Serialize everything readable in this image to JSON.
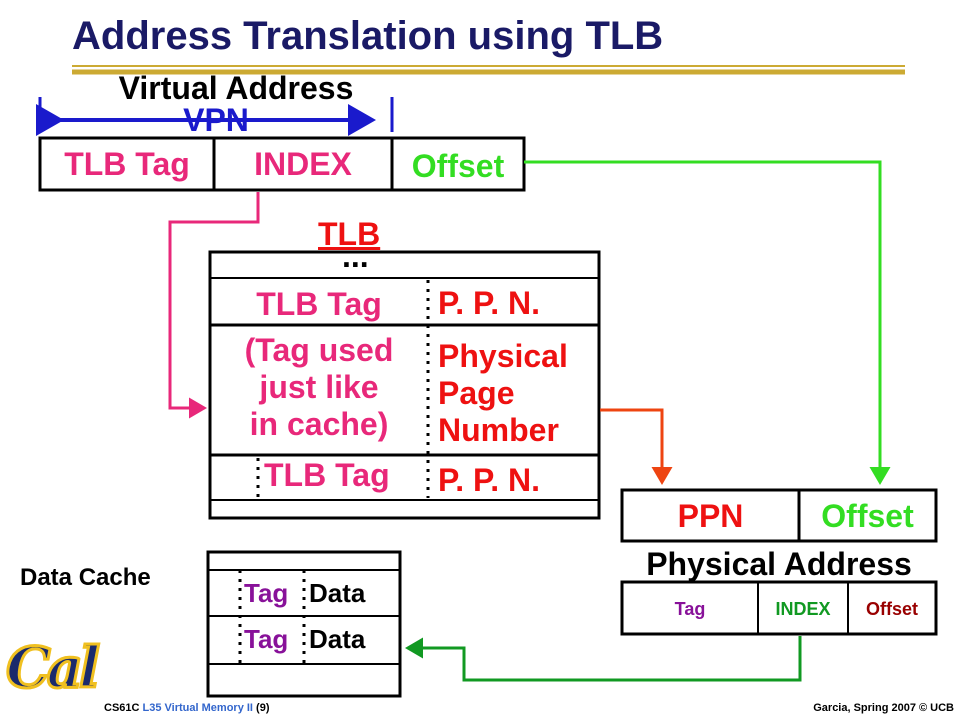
{
  "title": "Address Translation using TLB",
  "virtual_address": {
    "label": "Virtual Address",
    "vpn_label": "VPN",
    "fields": {
      "tag": "TLB Tag",
      "index": "INDEX",
      "offset": "Offset"
    }
  },
  "tlb": {
    "label": "TLB",
    "ellipsis": "...",
    "row1": {
      "tag": "TLB Tag",
      "ppn": "P. P. N."
    },
    "middle_left": [
      "(Tag used",
      "just like",
      "in cache)"
    ],
    "middle_right": [
      "Physical",
      "Page",
      "Number"
    ],
    "row3": {
      "tag": "TLB Tag",
      "ppn": "P. P. N."
    }
  },
  "physical_address": {
    "label": "Physical Address",
    "ppn": "PPN",
    "offset": "Offset",
    "cache_fields": {
      "tag": "Tag",
      "index": "INDEX",
      "offset": "Offset"
    }
  },
  "data_cache": {
    "label": "Data Cache",
    "rows": [
      {
        "tag": "Tag",
        "data": "Data"
      },
      {
        "tag": "Tag",
        "data": "Data"
      }
    ]
  },
  "logo_text": "Cal",
  "footer": {
    "course": "CS61C",
    "lecture": "L35 Virtual Memory II",
    "page": "(9)",
    "credit": "Garcia, Spring 2007 © UCB"
  },
  "colors": {
    "title": "#1a1a66",
    "accent_pink": "#e8287a",
    "vpn_blue": "#1a1acc",
    "green_arrow": "#33dd22",
    "orange_arrow": "#ee4411",
    "dark_green_arrow": "#119922",
    "tag_purple": "#881199",
    "offset_darkred": "#990000",
    "underline_gold": "#ccaa33"
  }
}
